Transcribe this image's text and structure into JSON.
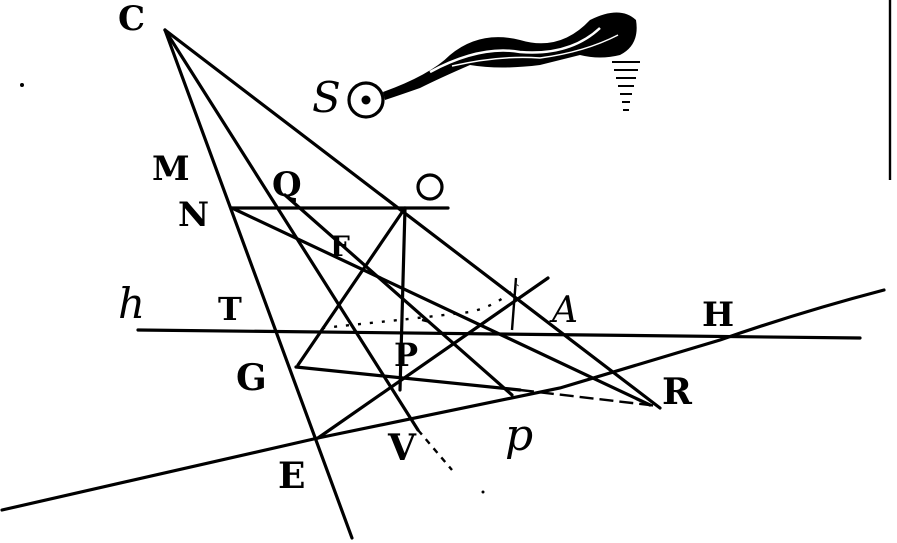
{
  "labels": {
    "C": "C",
    "S": "S",
    "M": "M",
    "N": "N",
    "Q": "Q",
    "O": "O",
    "F": "F",
    "h": "h",
    "T": "T",
    "A": "A",
    "H": "H",
    "G": "G",
    "P_upper": "P",
    "R": "R",
    "p_lower": "p",
    "E": "E",
    "V": "V"
  },
  "colors": {
    "ink": "#000000",
    "paper": "#ffffff"
  }
}
